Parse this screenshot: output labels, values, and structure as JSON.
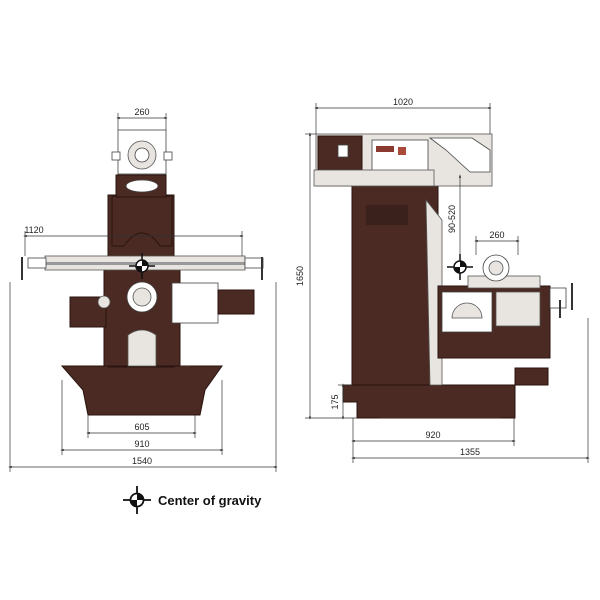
{
  "front_view": {
    "dim_head_width": "260",
    "dim_table_length": "1120",
    "dim_base_605": "605",
    "dim_base_910": "910",
    "dim_overall_width": "1540"
  },
  "side_view": {
    "dim_head_length": "1020",
    "dim_height": "1650",
    "dim_vertical_travel": "90-520",
    "dim_table_width": "260",
    "dim_base_height": "175",
    "dim_base_920": "920",
    "dim_overall_depth": "1355"
  },
  "legend": {
    "label": "Center of gravity",
    "icon": "center-of-gravity-icon"
  },
  "colors": {
    "machine_body": "#4a2a22",
    "dimension_lines": "#333333"
  }
}
